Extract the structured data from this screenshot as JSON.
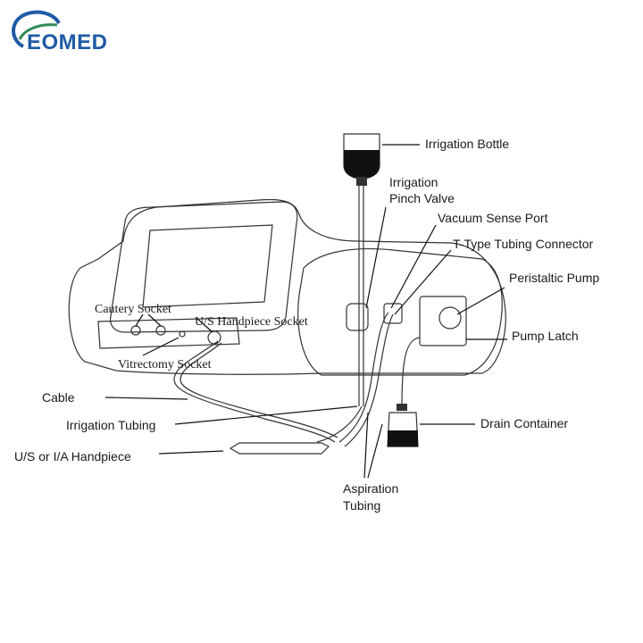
{
  "brand": {
    "name": "EOMED",
    "color": "#1f5aa6",
    "accent": "#2e8b57"
  },
  "labels": {
    "irrigation_bottle": "Irrigation Bottle",
    "irrigation_pinch_valve_1": "Irrigation",
    "irrigation_pinch_valve_2": "Pinch Valve",
    "vacuum_sense_port": "Vacuum Sense Port",
    "t_type_connector": "T-Type Tubing Connector",
    "peristaltic_pump": "Peristaltic Pump",
    "pump_latch": "Pump Latch",
    "drain_container": "Drain Container",
    "aspiration_tubing_1": "Aspiration",
    "aspiration_tubing_2": "Tubing",
    "cautery_socket": "Cautery Socket",
    "us_handpiece_socket": "U/S Handpiece Socket",
    "vitrectomy_socket": "Vitrectomy Socket",
    "cable": "Cable",
    "irrigation_tubing": "Irrigation Tubing",
    "us_ia_handpiece": "U/S or I/A Handpiece"
  }
}
